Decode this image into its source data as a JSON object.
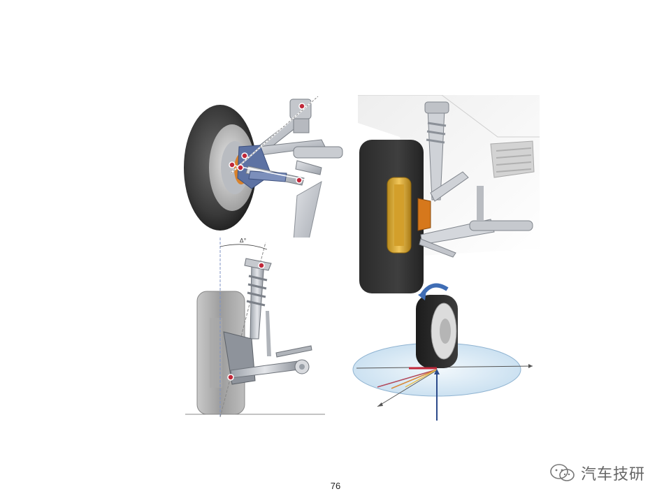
{
  "page": {
    "number": "76"
  },
  "watermark": {
    "text": "汽车技研",
    "icon": "wechat-icon"
  },
  "figures": [
    {
      "name": "front-suspension-kingpin-axis-perspective"
    },
    {
      "name": "front-suspension-kingpin-inclination-front-view",
      "angle_label": "Δ°"
    },
    {
      "name": "front-suspension-wheel-brake-detail"
    },
    {
      "name": "wheel-rotation-axes-diagram"
    }
  ]
}
